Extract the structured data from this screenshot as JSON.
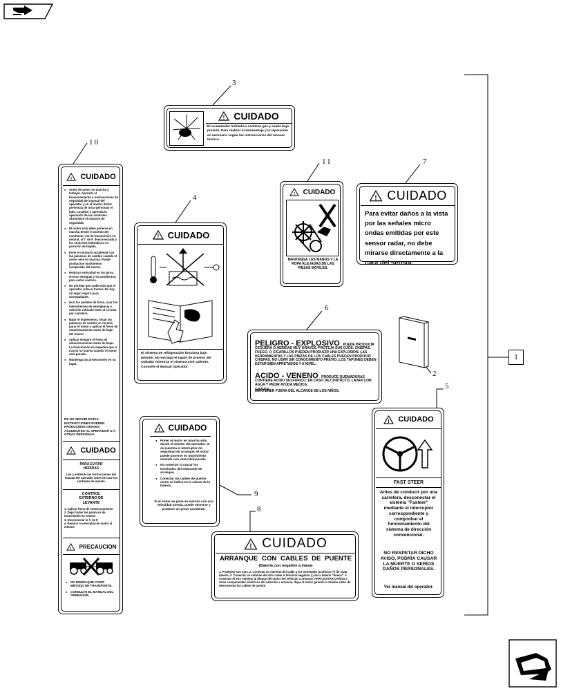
{
  "callouts": {
    "c1": "1",
    "c2": "2",
    "c3": "3",
    "c4": "4",
    "c5": "5",
    "c6": "6",
    "c7": "7",
    "c8": "8",
    "c9": "9",
    "c10": "10",
    "c11": "11"
  },
  "decal3": {
    "header": "CUIDADO",
    "text": "El acumulador hidráulico contiene gas y aceite bajo presión. Para realizar el desmontaje y la reparación es necesario seguir las instrucciones del manual técnico."
  },
  "decal10": {
    "header": "CUIDADO",
    "items": [
      "Antes de poner en marcha y trabajar. Aprenda el funcionamiento e instrucciones de seguridad del manual del operador y en el tractor. Evitar presencia de otras personas el lado. Localice y aprenda la operación de los controles. Abróchese el cinturón de seguridad.",
      "El motor solo debe ponerse en marcha desde el asiento del conductor, con la transmisión en neutral, la T. de F. desconectada y los controles hidráulicos en posición de bajada.",
      "Evite el contacto accidental con las palancas de cambio cuando el motor esté en marcha. Puede producirse movimiento inesperado del tractor.",
      "Reduzca velocidad en las giros, terreno desigual y en pendientes, para evitar vuelcos.",
      "No permita que nadie más que el operador suba al tractor. No hay un lugar seguro para acompañante.",
      "Unir los pedales de freno, usar los intermitentes de emergencia y señal de vehículo lento al circular por carretera.",
      "Bajar el implemento, situar las palancas de cambio en neutral, parar el motor y aplicar el freno de estacionamiento antes de bajar del tractor.",
      "Aplicar siempre el freno de estacionamiento antes de bajar. La transmisión no impedirá que el tractor se mueva cuando el motor esté parado.",
      "Mantenga las protecciones en su lugar."
    ],
    "warning": "DE NO SEGUIR ESTAS INSTRUCCIONES PUEDEN PRODUCIRSE GRAVES ACCIDENTES AL OPERADOR O A OTRAS PERSONAS.",
    "header2": "CUIDADO",
    "subtitle2": "PARA EVITAR HERIDAS",
    "text2": "Lea y entienda las instrucciones del manual del operador antes de usar los controles de levante.",
    "control_title": "CONTROL EXTERNO DE LEVANTE",
    "control_steps": [
      "1. Aplicar freno de estacionamiento",
      "2. Dejar todas las palancas de transmisión en neutral",
      "3. Desconectar la T. de F.",
      "4. Reducir la velocidad de motor al mínimo"
    ],
    "header3": "PRECAUCION",
    "items3": [
      "NO REMOLQUE COMO MÉTODO DE TRANSPORTE.",
      "CONSULTE EL MANUAL DEL OPERADOR."
    ]
  },
  "decal4": {
    "header": "CUIDADO",
    "text": "El sistema de refrigeración funciona bajo presión. No extraiga el tapón de presión del radiador mientras el sistema esté caliente. Consulte el Manual Operador."
  },
  "decal11": {
    "header": "CUIDADO",
    "text": "MANTENGA LAS MANOS Y LA ROPA ALEJADAS DE LAS PIEZAS MÓVILES."
  },
  "decal7": {
    "header": "CUIDADO",
    "text": "Para evitar daños a la vista por las señales micro ondas emitidas por este sensor radar, no debe mirarse directamente a la cara del sensor."
  },
  "decal6": {
    "header": "PELIGRO - EXPLOSIVO",
    "header_suffix": "PUEDE PRODUCIR",
    "text1": "CEGUERA O HERIDAS MUY GRAVES. PROTEJA SUS OJOS. CHISPAS, FUEGO, O CIGARILLOS PUEDEN PRODUCIR UNA EXPLOSION. LAS HERRAMIENTAS Y LAS PINZAS DE LOS CABLES PUEDEN PRODUCIR CHISPAS. NO USAR SIN CONOCIMIENTO PREVIO. LOS TAPONES DEBEN ESTAR BIEN APRETADOS Y A NIVEL.",
    "header2": "ACIDO - VENENO",
    "header2_suffix": "PRODUCE QUEMADURAS GRAVES.",
    "text2": "CONTIENE ACIDO SULFURICO. EN CASO DE CONTACTO, LAVAR CON AGUA Y PEDIR AYUDA MEDICA.",
    "text3": "MANTENER FUERA DEL ALCANCE DE LOS NIÑOS."
  },
  "decal9": {
    "header": "CUIDADO",
    "items": [
      "Poner el motor en marcha sólo desde el asiento del operador. Si se puentea el interruptor de seguridad de arranque, el motor puede ponerse en movimiento estando una velocidad puesta.",
      "No conectar ni cruzar los terminales del solenoide de arranque.",
      "Conectar los cables de puente como se indica en la calcas de la batería."
    ],
    "text_end": "Si el motor se pone en marcha con una velocidad puesta, puede moverse y producir un grave accidente."
  },
  "decal8": {
    "header": "CUIDADO",
    "title": "ARRANQUE CON CABLES DE PUENTE",
    "subtitle": "(Batería con negativo a masa)",
    "text": "1. Protéjase sus ojos. 2. Conectar un extremo del cable a los terminales positivos (+) de cada batería. 3. Conectar un extremo del otro cable al terminal negativo (-) de la batería \"buena\". 4. Conectar el otro extremo al bloque del motor del vehículo a arrancar. PARA EVITAR DAÑOS a otros componentes eléctricos del vehículo a arrancar, dejar el motor girando a mínimo antes de desconectar los cables de puente."
  },
  "decal5": {
    "header": "CUIDADO",
    "title": "FAST STEER",
    "text": "Antes de conducir por una carretera, desconectar el sistema \"Fasteer\" mediante el interruptor correspondiente y comprobar el funcionamiento del sistema de dirección convencional.",
    "warning": "NO RESPETAR DICHO AVISO, PODRÍA CAUSAR LA MUERTE O SERIOS DAÑOS PERSONALES.",
    "footer": "Ver manual del operador."
  }
}
